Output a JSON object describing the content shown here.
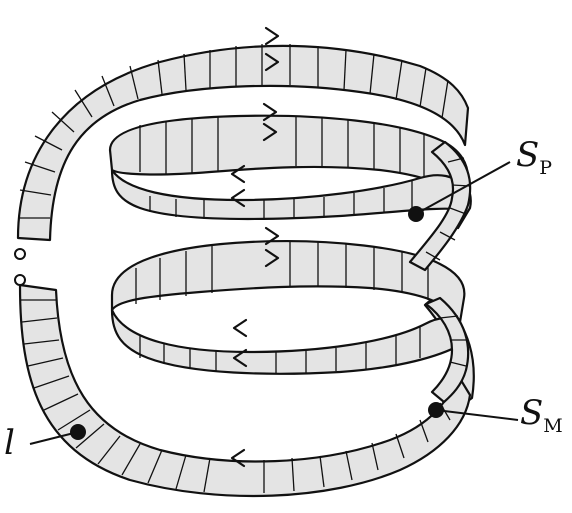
{
  "labels": {
    "path": "l",
    "surface_p": "S",
    "surface_p_sub": "P",
    "surface_m": "S",
    "surface_m_sub": "M"
  },
  "icons": {
    "terminal": "open-circle",
    "marker": "filled-dot",
    "direction": "chevron-arrow"
  }
}
